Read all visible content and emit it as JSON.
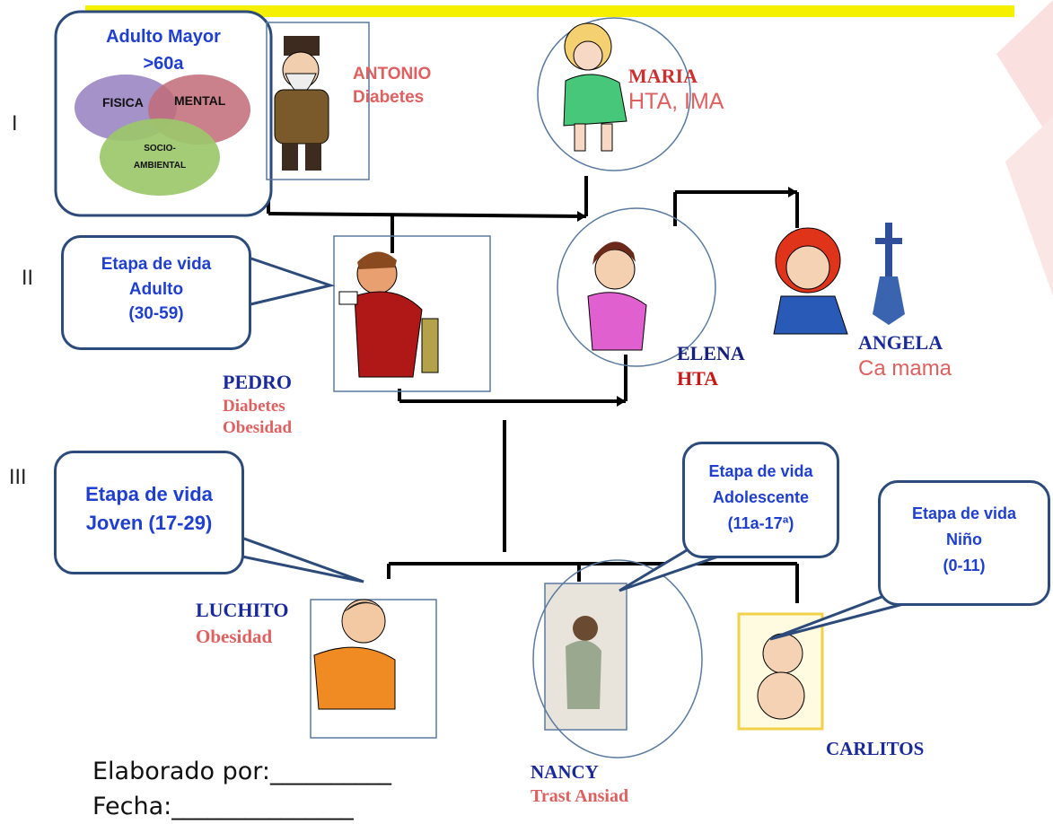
{
  "generations": {
    "g1": "I",
    "g2": "II",
    "g3": "III"
  },
  "adulto_mayor": {
    "title": "Adulto Mayor",
    "age": ">60a",
    "fisica": "FISICA",
    "mental": "MENTAL",
    "socio1": "SOCIO-",
    "socio2": "AMBIENTAL"
  },
  "bubbles": {
    "adulto": {
      "l1": "Etapa de vida",
      "l2": "Adulto",
      "l3": "(30-59)"
    },
    "joven": {
      "l1": "Etapa de vida",
      "l2": "Joven (17-29)"
    },
    "adolescente": {
      "l1": "Etapa de vida",
      "l2": "Adolescente",
      "l3": "(11a-17ª)"
    },
    "nino": {
      "l1": "Etapa de vida",
      "l2": "Niño",
      "l3": "(0-11)"
    }
  },
  "people": {
    "antonio": {
      "name": "ANTONIO",
      "cond": "Diabetes"
    },
    "maria": {
      "name": "MARIA",
      "cond": "HTA, IMA"
    },
    "pedro": {
      "name": "PEDRO",
      "cond1": "Diabetes",
      "cond2": "Obesidad"
    },
    "elena": {
      "name": "ELENA",
      "cond": "HTA"
    },
    "angela": {
      "name": "ANGELA",
      "cond": "Ca mama"
    },
    "luchito": {
      "name": "LUCHITO",
      "cond": "Obesidad"
    },
    "nancy": {
      "name": "NANCY",
      "cond": "Trast Ansiad"
    },
    "carlitos": {
      "name": "CARLITOS"
    }
  },
  "footer": {
    "elaborado": "Elaborado por:__________",
    "fecha": "Fecha:_______________"
  },
  "colors": {
    "highlight": "#f5f000",
    "bubble_text": "#1f3fd0",
    "bubble_border": "#2c4a7a",
    "name_blue": "#1a2a9a",
    "cond_red": "#e06060"
  }
}
